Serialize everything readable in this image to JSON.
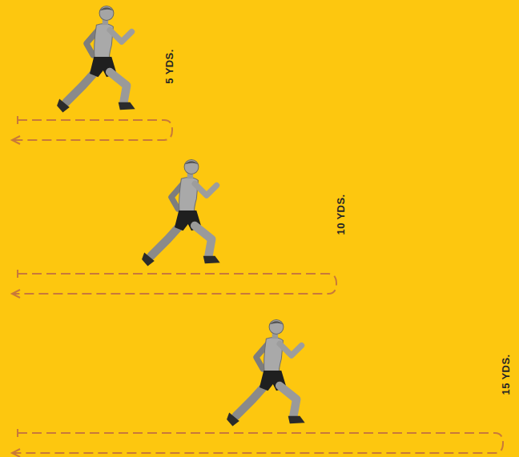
{
  "diagram": {
    "labels": [
      "5 YDS.",
      "10 YDS.",
      "15 YDS."
    ]
  }
}
